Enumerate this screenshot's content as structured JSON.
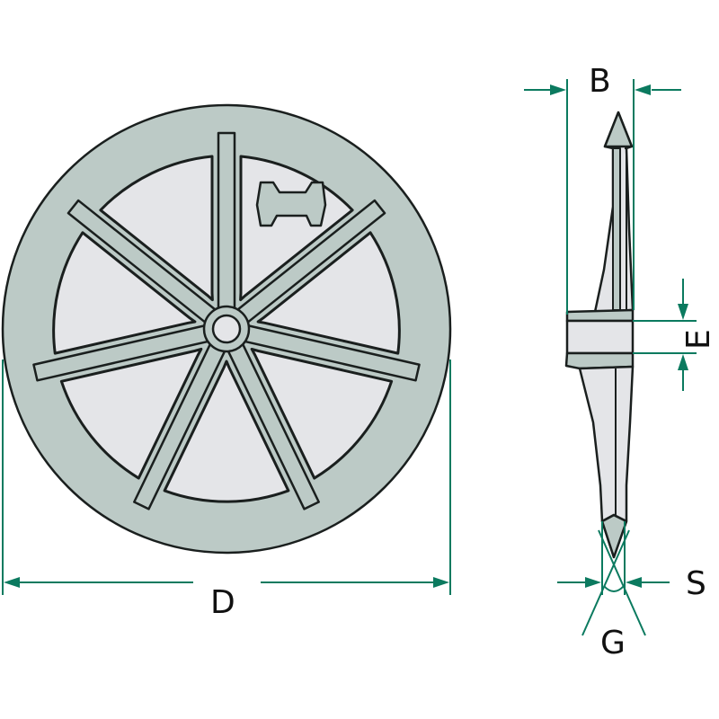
{
  "labels": {
    "D": "D",
    "B": "B",
    "E": "E",
    "S": "S",
    "G": "G"
  },
  "colors": {
    "body": "#bccac6",
    "pocket": "#e4e5e8",
    "dimension": "#0b7a5f",
    "outline": "#1a1f1e"
  },
  "wheel": {
    "spokes": 7
  }
}
